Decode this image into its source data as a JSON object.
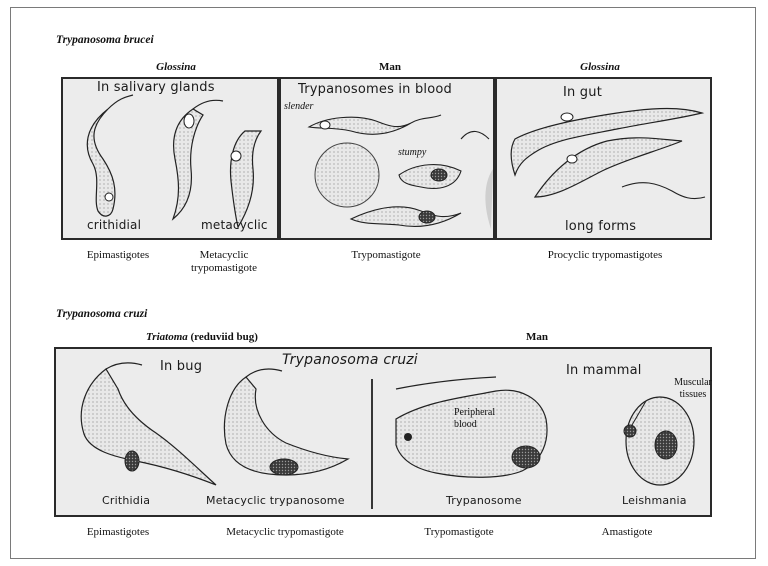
{
  "top": {
    "species": "Trypanosoma brucei",
    "host_glossina_1": "Glossina",
    "host_man": "Man",
    "host_glossina_2": "Glossina",
    "panel1": {
      "caption_top": "In salivary glands",
      "label_left": "crithidial",
      "label_right": "metacyclic"
    },
    "panel2": {
      "caption_top": "Trypanosomes in blood",
      "label_slender": "slender",
      "label_stumpy": "stumpy"
    },
    "panel3": {
      "caption_top": "In gut",
      "label_bottom": "long forms"
    },
    "stage_epimastigotes": "Epimastigotes",
    "stage_metacyclic": "Metacyclic trypomastigote",
    "stage_trypomastigote": "Trypomastigote",
    "stage_procyclic": "Procyclic trypomastigotes"
  },
  "bottom": {
    "species": "Trypanosoma cruzi",
    "host_triatoma": "Triatoma",
    "host_triatoma_suffix": "(reduviid bug)",
    "host_man": "Man",
    "panel": {
      "title": "Trypanosoma cruzi",
      "in_bug": "In bug",
      "in_mammal": "In mammal",
      "label_crithidia": "Crithidia",
      "label_metacyclic": "Metacyclic trypanosome",
      "label_trypanosome": "Trypanosome",
      "label_leishmania": "Leishmania",
      "label_peripheral": "Peripheral blood",
      "label_muscular": "Muscular tissues"
    },
    "stage_epimastigotes": "Epimastigotes",
    "stage_metacyclic": "Metacyclic trypomastigote",
    "stage_trypomastigote": "Trypomastigote",
    "stage_amastigote": "Amastigote"
  }
}
